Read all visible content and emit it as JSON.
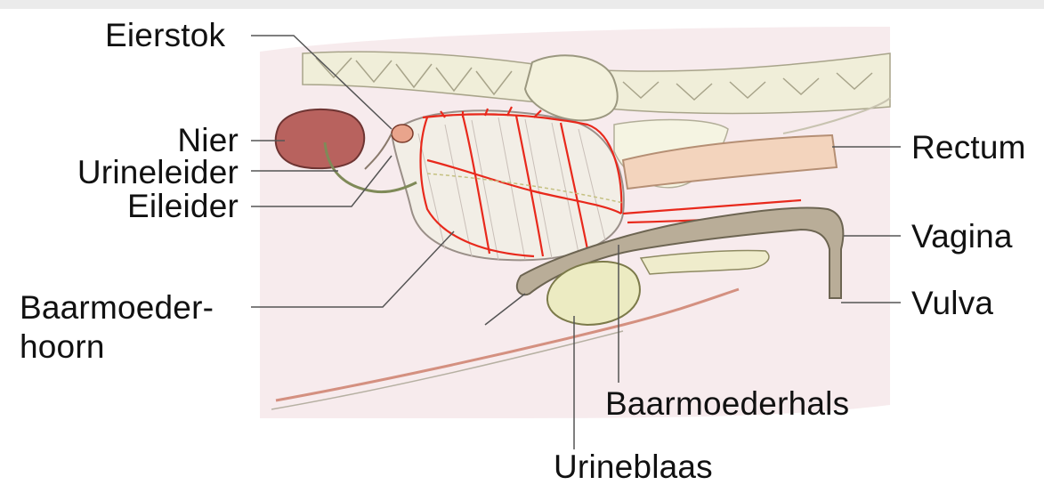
{
  "labels": {
    "eierstok": "Eierstok",
    "nier": "Nier",
    "urineleider": "Urineleider",
    "eileider": "Eileider",
    "baarmoederhoorn_line1": "Baarmoeder-",
    "baarmoederhoorn_line2": "hoorn",
    "rectum": "Rectum",
    "vagina": "Vagina",
    "vulva": "Vulva",
    "baarmoederhals": "Baarmoederhals",
    "urineblaas": "Urineblaas"
  },
  "colors": {
    "background_pink": "#f6e8ea",
    "kidney": "#b8625e",
    "vessels": "#e8291c",
    "bladder": "#ecebc2",
    "rectum": "#f3d4bd",
    "vagina": "#b9ad98",
    "bone": "#efedd8"
  }
}
